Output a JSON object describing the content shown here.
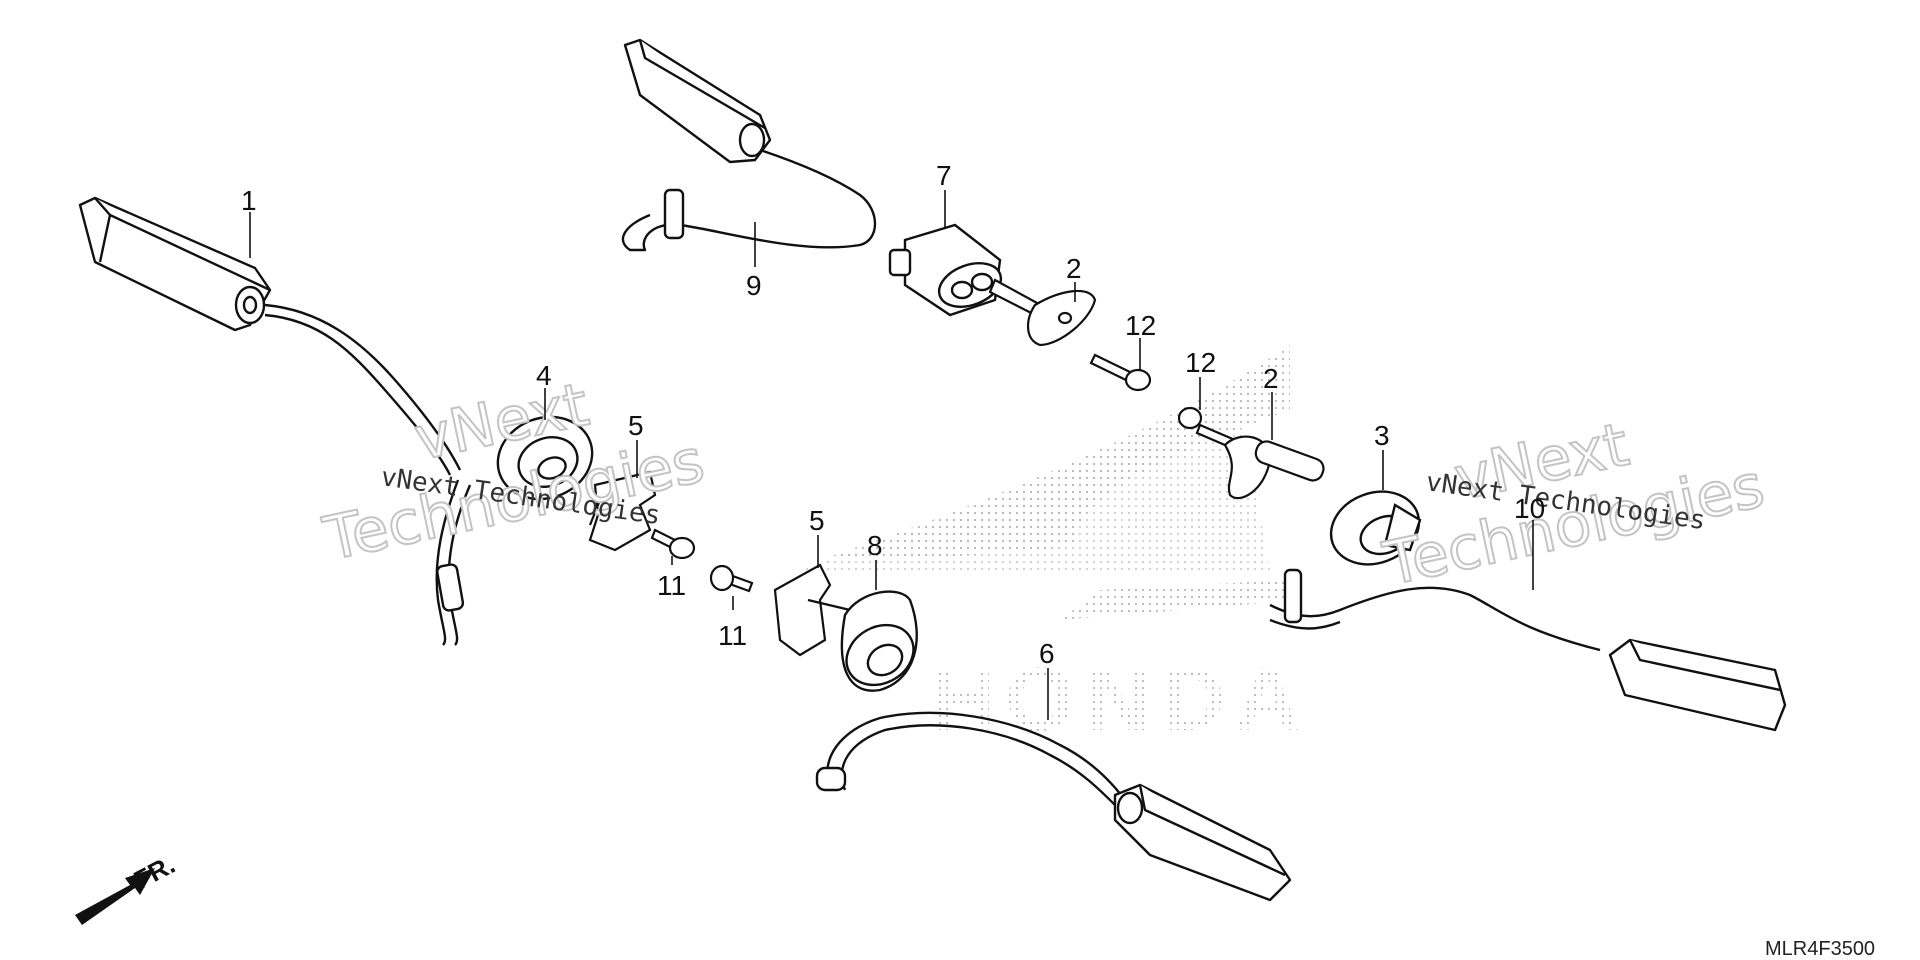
{
  "diagram": {
    "callouts": {
      "c1": "1",
      "c2a": "2",
      "c2b": "2",
      "c3": "3",
      "c4": "4",
      "c5a": "5",
      "c5b": "5",
      "c6": "6",
      "c7": "7",
      "c8": "8",
      "c9": "9",
      "c10": "10",
      "c11a": "11",
      "c11b": "11",
      "c12a": "12",
      "c12b": "12"
    },
    "direction_label": "FR.",
    "diagram_code": "MLR4F3500",
    "brand_watermark": "HONDA",
    "watermarks": {
      "left_big_1": "vNext",
      "left_big_2": "Technologies",
      "left_small": "vNext Technologies",
      "right_big_1": "vNext",
      "right_big_2": "Technologies",
      "right_small": "vNext Technologies"
    }
  }
}
